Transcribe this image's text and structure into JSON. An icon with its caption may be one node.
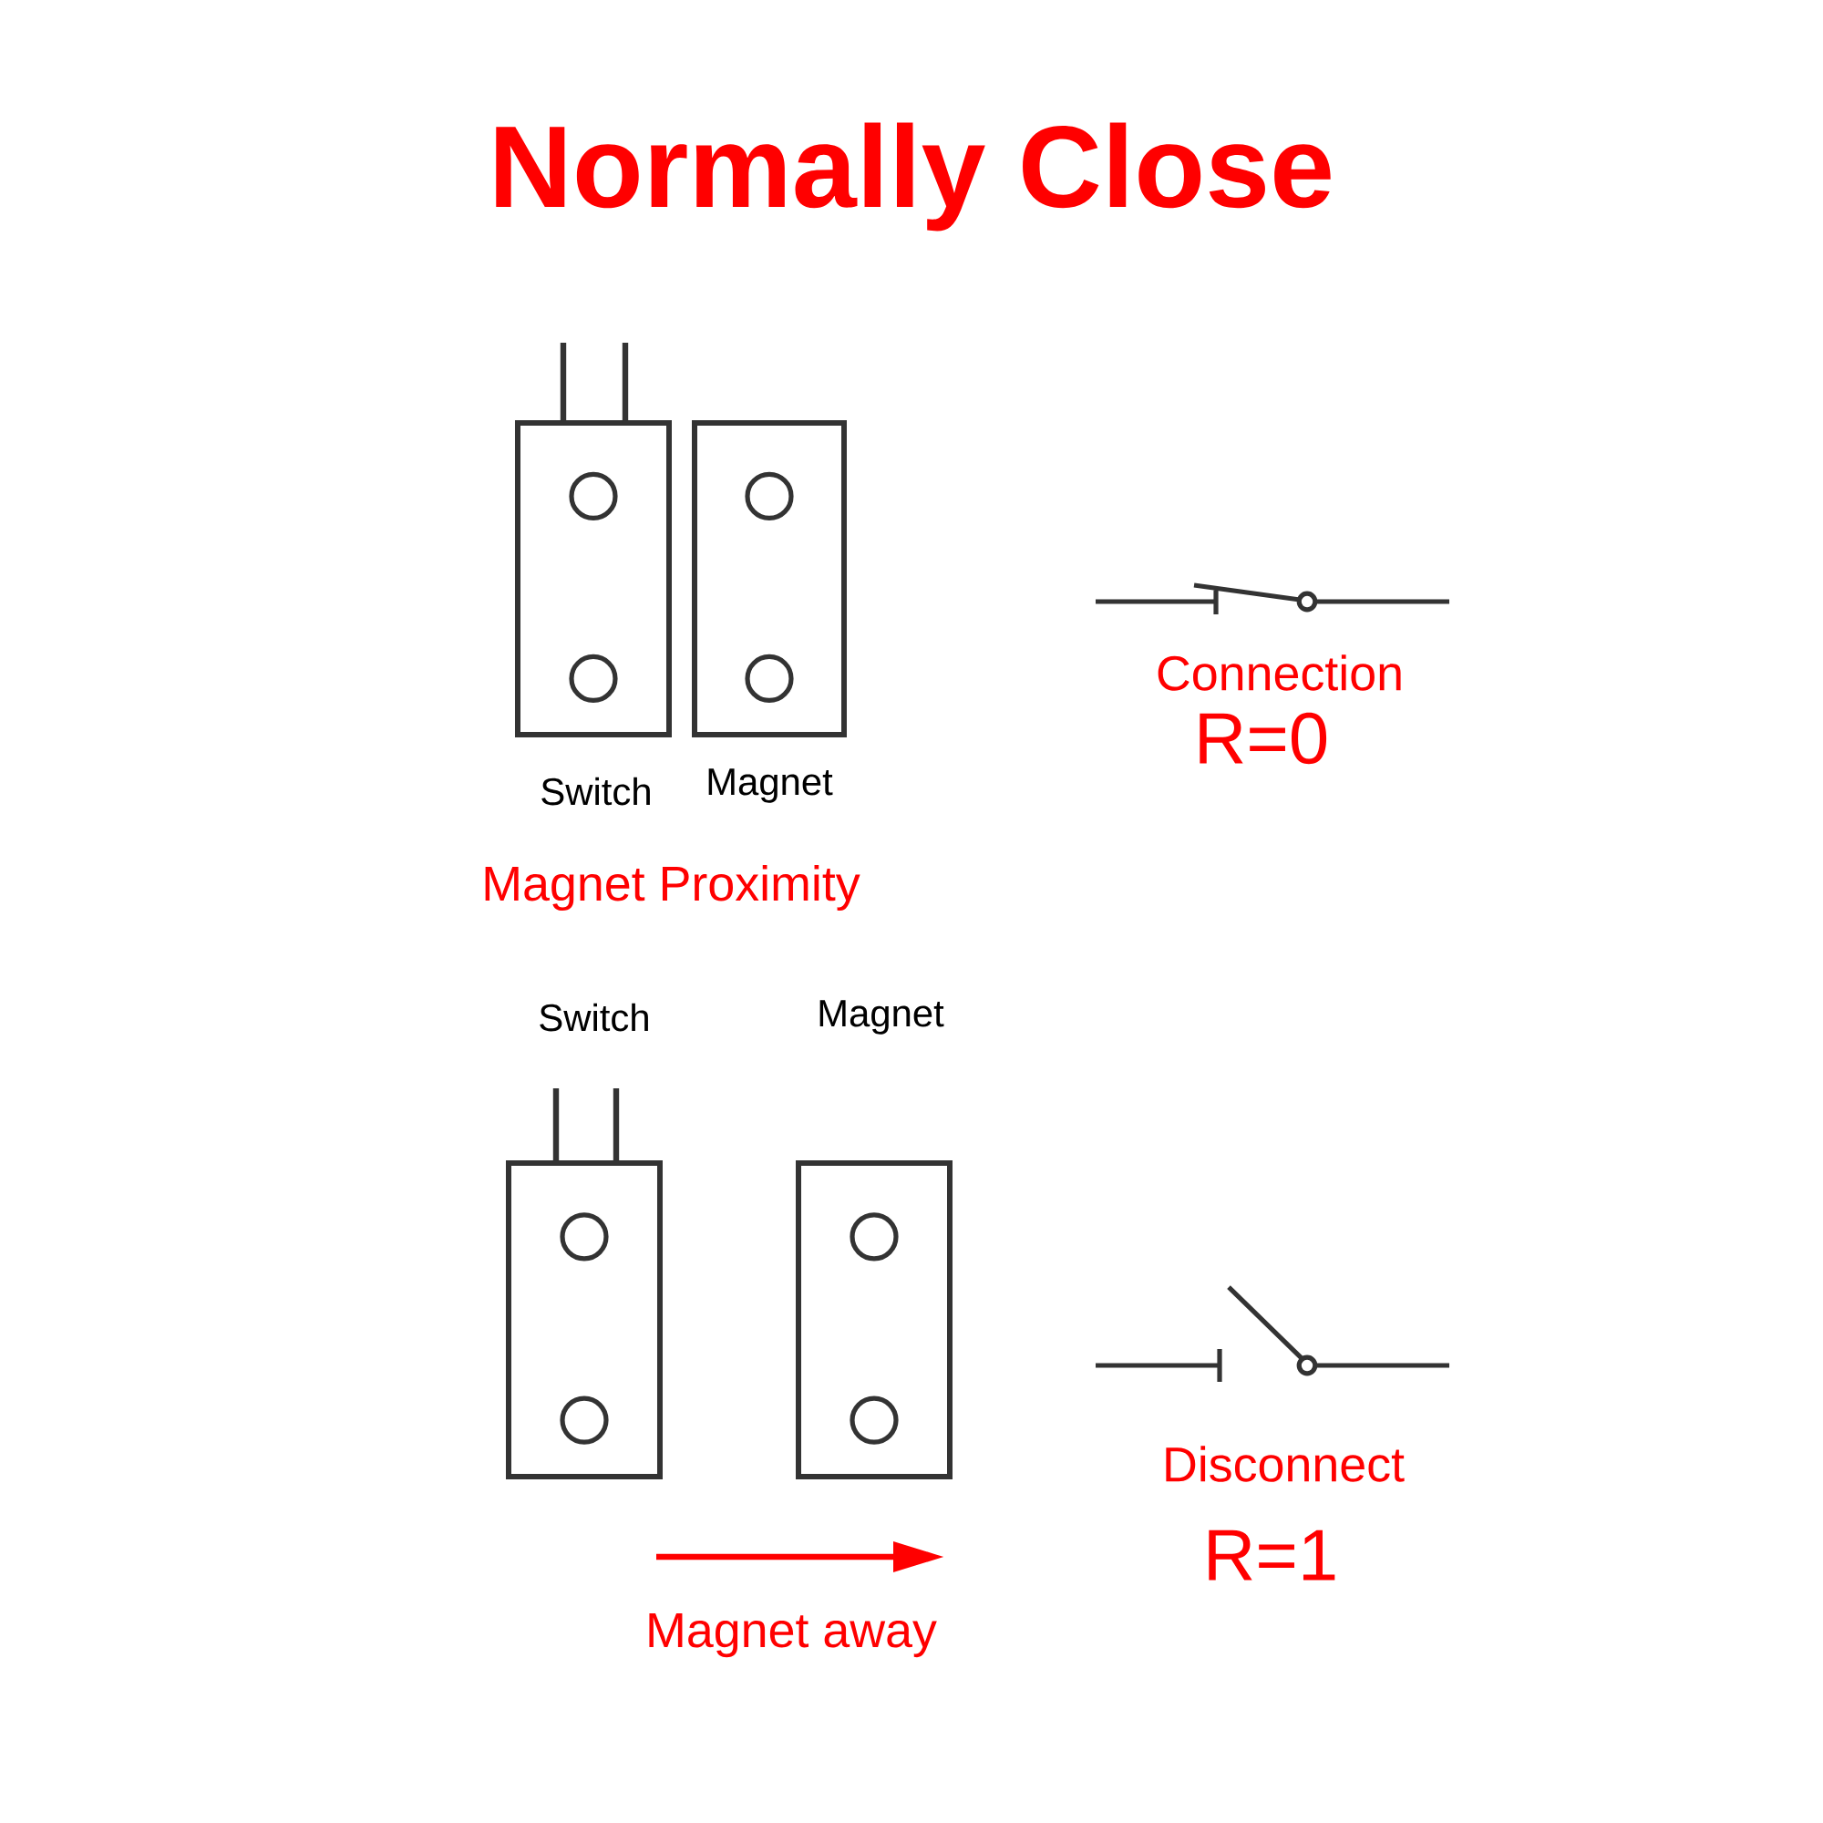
{
  "diagram": {
    "title": "Normally Close",
    "nodes": [
      {
        "text": [
          "Switch"
        ]
      },
      {
        "text": [
          "Magnet"
        ]
      },
      {
        "text": [
          "Switch"
        ]
      },
      {
        "text": [
          "Magnet"
        ]
      }
    ],
    "labels": [
      "Connection",
      "R=0",
      "Magnet Proximity",
      "Disconnect",
      "R=1",
      "Magnet away"
    ]
  }
}
